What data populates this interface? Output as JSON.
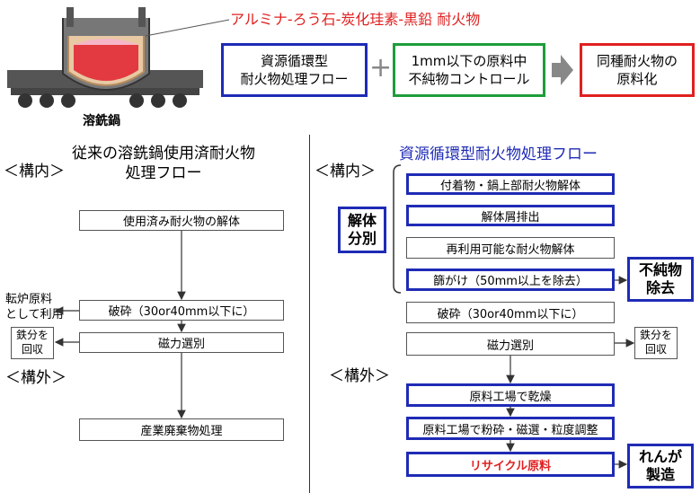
{
  "top": {
    "refractory_label": "アルミナ-ろう石-炭化珪素-黒鉛 耐火物",
    "ladle_label": "溶銑鍋",
    "concept": [
      {
        "text": "資源循環型\n耐火物処理フロー",
        "color": "#1f2bb5"
      },
      {
        "text": "1mm以下の原料中\n不純物コントロール",
        "color": "#1e9c3a"
      },
      {
        "text": "同種耐火物の\n原料化",
        "color": "#e02020"
      }
    ],
    "plus": "+"
  },
  "left": {
    "title": "従来の溶銑鍋使用済耐火物\n処理フロー",
    "inside_label": "＜構内＞",
    "outside_label": "＜構外＞",
    "steps": [
      "使用済み耐火物の解体",
      "破砕（30or40mm以下に）",
      "磁力選別",
      "産業廃棄物処理"
    ],
    "converter_note": "転炉原料\nとして利用",
    "iron_note": "鉄分を\n回収"
  },
  "right": {
    "title": "資源循環型耐火物処理フロー",
    "inside_label": "＜構内＞",
    "outside_label": "＜構外＞",
    "dismantle_label": "解体\n分別",
    "steps": [
      "付着物・鍋上部耐火物解体",
      "解体屑排出",
      "再利用可能な耐火物解体",
      "篩がけ（50mm以上を除去）",
      "破砕（30or40mm以下に）",
      "磁力選別",
      "原料工場で乾燥",
      "原料工場で粉砕・磁選・粒度調整",
      "リサイクル原料"
    ],
    "impurity_label": "不純物\n除去",
    "iron_note": "鉄分を\n回収",
    "brick_label": "れんが\n製造",
    "highlight_color": "#e02020"
  }
}
